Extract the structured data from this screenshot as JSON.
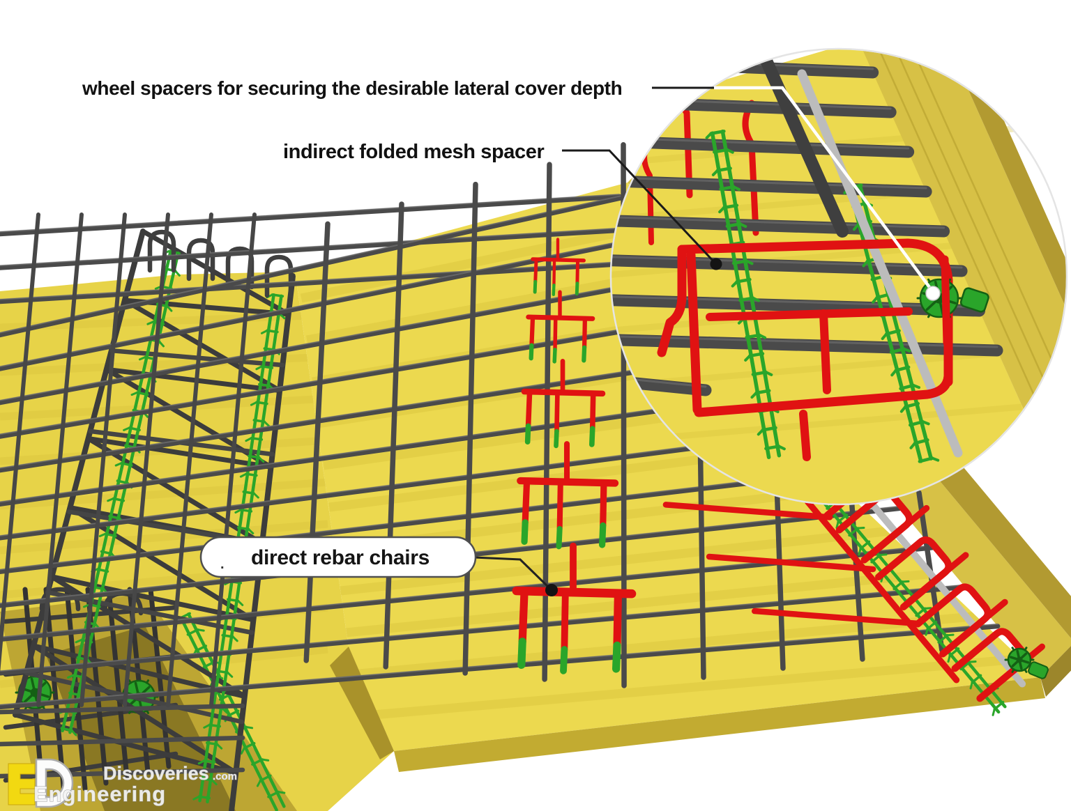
{
  "scene": {
    "description": "3D construction illustration: reinforcement mesh on timber formwork slab with spacers and a magnified circular detail inset",
    "parts": {
      "deck": "timber-formwork-deck",
      "mesh": "reinforcement-mesh",
      "chairs": "direct-rebar-chairs",
      "ladder": "ladder-spacer",
      "wheel": "wheel-spacer",
      "folded": "indirect-folded-mesh-spacer",
      "inset": "magnified-detail-circle"
    }
  },
  "annotations": {
    "wheel_spacers": {
      "label": "wheel spacers for securing the desirable lateral cover depth"
    },
    "mesh_spacer": {
      "label": "indirect folded mesh spacer"
    },
    "rebar_chairs": {
      "label": "direct rebar chairs",
      "period": "."
    }
  },
  "watermark": {
    "logo": "ED",
    "line1": "Discoveries",
    "line1_suffix": ".com",
    "line2": "Engineering"
  },
  "colors": {
    "background": "#ffffff",
    "deck_yellow": "#ecd94f",
    "deck_yellow_left": "#e7d348",
    "deck_grain": "#d6c13a",
    "deck_face_front": "#c2ab31",
    "deck_face_left": "#a9922a",
    "board_top": "#d7c146",
    "board_side": "#b29a31",
    "board_end": "#9c862b",
    "trench_wall": "#bda633",
    "trench_shadow": "#8a7823",
    "rebar": "#4a4a4a",
    "rebar_dark": "#3c3c3c",
    "rebar_highlight": "#7d7d7d",
    "gray_bar": "#bcbcbc",
    "red": "#e01212",
    "green": "#2aa52a",
    "green_dark": "#146014",
    "leader_black": "#1a1a1a",
    "leader_white": "#ffffff",
    "pill_border": "#4f4f4f",
    "logo_yellow": "#f2d911"
  }
}
